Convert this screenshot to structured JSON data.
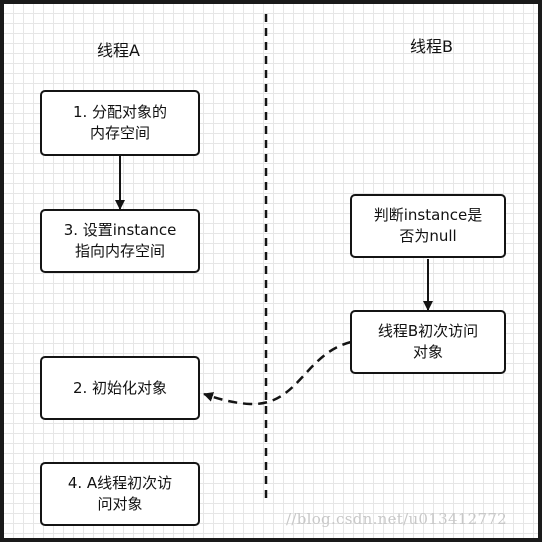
{
  "lanes": {
    "a_title": "线程A",
    "b_title": "线程B"
  },
  "boxes": {
    "a1": "1. 分配对象的\n内存空间",
    "a3": "3. 设置instance\n指向内存空间",
    "a2": "2. 初始化对象",
    "a4": "4. A线程初次访\n问对象",
    "b1": "判断instance是\n否为null",
    "b2": "线程B初次访问\n对象"
  },
  "watermark": "//blog.csdn.net/u013412772",
  "colors": {
    "stroke": "#141414",
    "grid": "#e6e6e6",
    "watermark": "#c8c8c8"
  }
}
